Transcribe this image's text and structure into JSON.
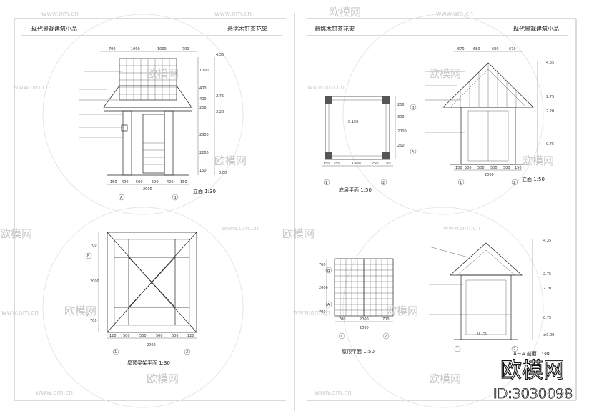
{
  "left_page": {
    "header_left": "现代景观建筑小品",
    "header_right": "悬挑木钉茶花架"
  },
  "right_page": {
    "header_left": "悬挑木钉茶花架",
    "header_right": "现代景观建筑小品"
  },
  "drawings": {
    "lt": {
      "dims_top": [
        "700",
        "1000",
        "1000",
        "700"
      ],
      "levels": [
        "4.35",
        "2.75",
        "2.20",
        "0.00"
      ],
      "dims_right": [
        "1000",
        "400",
        "400",
        "250",
        "2800",
        "2200",
        "150"
      ],
      "dims_bottom": [
        "150",
        "400",
        "500",
        "500",
        "400",
        "150"
      ],
      "total": "2000",
      "axes": [
        "A",
        "B"
      ],
      "caption": "立面  1:30"
    },
    "lb": {
      "dims_left": [
        "700",
        "2000",
        "700"
      ],
      "dims_bottom": [
        "120",
        "500",
        "500",
        "500",
        "500",
        "120"
      ],
      "total": "2000",
      "axes": [
        "1",
        "2"
      ],
      "axes_side": [
        "A",
        "B"
      ],
      "caption": "屋顶梁架平面  1:30"
    },
    "rt": {
      "value": "0.150",
      "dims_bottom": [
        "150",
        "250",
        "1500",
        "250",
        "150"
      ],
      "dims_right": [
        "250",
        "300",
        "2000",
        "250"
      ],
      "axes": [
        "1",
        "2"
      ],
      "axes_side": [
        "A",
        "B"
      ],
      "caption": "底层平面  1:50",
      "r_levels": [
        "4.35",
        "2.75",
        "2.20",
        "0.75"
      ],
      "r_dims_top": [
        "670",
        "680",
        "680",
        "670"
      ],
      "r_dims_bottom": [
        "150",
        "500",
        "500",
        "500",
        "500",
        "150"
      ],
      "r_total": "2000",
      "r_axes": [
        "1",
        "2"
      ],
      "r_caption": "立面  1:50"
    },
    "rb": {
      "dims_left": [
        "700",
        "2000",
        "700"
      ],
      "dims_bottom": [
        "700",
        "2000",
        "700"
      ],
      "total": "2000",
      "axes": [
        "1",
        "2"
      ],
      "axes_side": [
        "A",
        "B"
      ],
      "caption": "屋顶平面  1:50",
      "s_levels": [
        "4.35",
        "2.75",
        "2.20",
        "0.75",
        "±0.00"
      ],
      "s_value": "0.150",
      "s_axes": [
        "1",
        "2"
      ],
      "s_caption": "A－A 剖面 1:30"
    }
  },
  "watermark": {
    "brand": "欧模网",
    "url": "www.om.cn",
    "id": "ID:3030098"
  },
  "colors": {
    "ink": "#222222",
    "watermark": "#c8c8c8",
    "paper": "#ffffff"
  }
}
